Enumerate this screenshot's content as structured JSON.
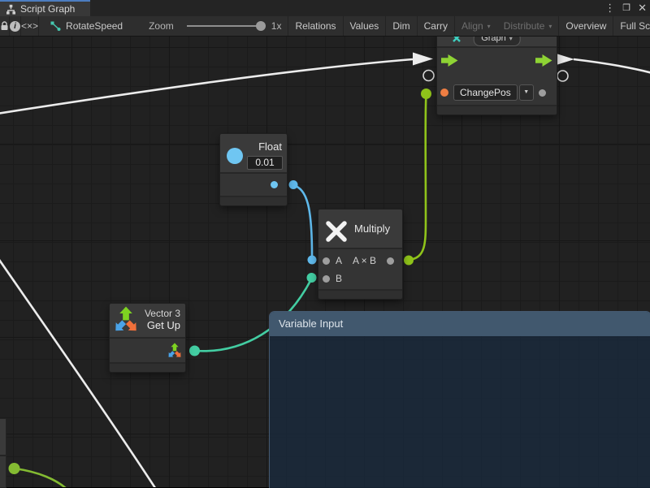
{
  "window": {
    "active_tab": "Script Graph",
    "controls": {
      "menu": "⋮",
      "maximize": "❒",
      "close": "✕"
    }
  },
  "toolbar": {
    "info_glyph": "i",
    "code_toggle": "<×>",
    "graph_breadcrumb": "RotateSpeed",
    "zoom_label": "Zoom",
    "zoom_value": "1x",
    "dropdown_caret": "▾",
    "buttons": [
      {
        "label": "Relations",
        "enabled": true
      },
      {
        "label": "Values",
        "enabled": true
      },
      {
        "label": "Dim",
        "enabled": true
      },
      {
        "label": "Carry",
        "enabled": true
      },
      {
        "label": "Align",
        "enabled": false,
        "has_dropdown": true
      },
      {
        "label": "Distribute",
        "enabled": false,
        "has_dropdown": true
      },
      {
        "label": "Overview",
        "enabled": true
      },
      {
        "label": "Full Screen",
        "enabled": true
      }
    ]
  },
  "graph": {
    "graph_node": {
      "header_button": "Graph",
      "header_caret": "▾",
      "event_dropdown_value": "ChangePos",
      "dropdown_caret": "▼"
    },
    "float_node": {
      "title": "Float",
      "value": "0.01"
    },
    "multiply_node": {
      "title": "Multiply",
      "input_a": "A",
      "input_b": "B",
      "output": "A × B"
    },
    "vector_node": {
      "title": "Vector 3",
      "subtitle": "Get Up"
    },
    "variable_panel": {
      "title": "Variable Input"
    }
  },
  "colors": {
    "wire_white": "#ececec",
    "wire_blue": "#5fb9eb",
    "wire_teal": "#43cda2",
    "wire_lime": "#8fc31a",
    "wire_green": "#84bb32",
    "port_orange": "#ee7e43",
    "port_gray": "#9e9e9e",
    "arrow_green": "#8ed334",
    "tab_accent": "#4c7dbf",
    "panel_header": "#41586e"
  }
}
